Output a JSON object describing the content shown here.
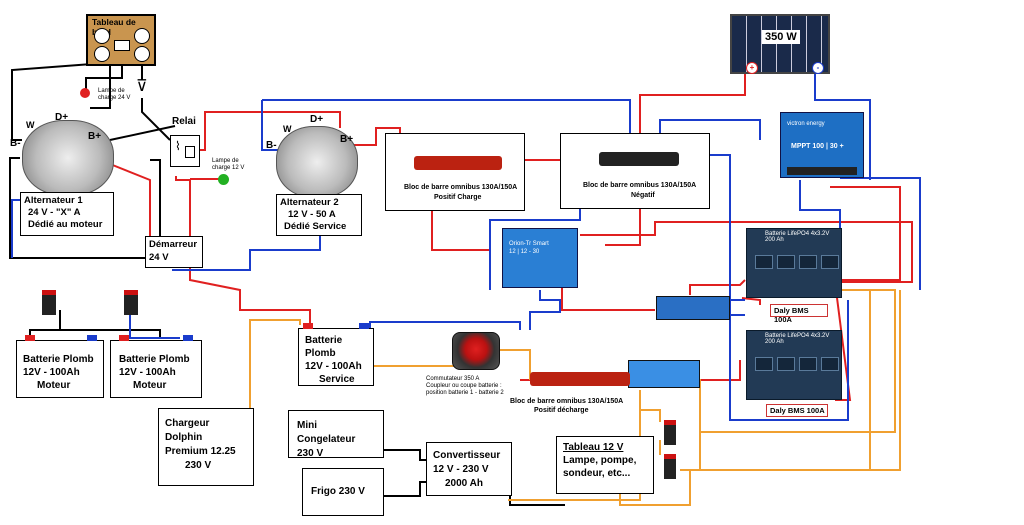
{
  "dashboard": {
    "title": "Tableau de bord"
  },
  "lamp_charge_24": "Lampe de charge 24 V",
  "lamp_charge_12": "Lampe de charge 12 V",
  "relay": "Relai",
  "alt1": {
    "w": "W",
    "dplus": "D+",
    "bminus": "B-",
    "bplus": "B+",
    "line1": "Alternateur 1",
    "line2": "24 V - \"X\" A",
    "line3": "Dédié au moteur"
  },
  "alt2": {
    "w": "W",
    "dplus": "D+",
    "bminus": "B-",
    "bplus": "B+",
    "line1": "Alternateur 2",
    "line2": "12 V - 50 A",
    "line3": "Dédié  Service"
  },
  "starter": {
    "line1": "Démarreur",
    "line2": "24 V"
  },
  "lead1": {
    "line1": "Batterie Plomb",
    "line2": "12V - 100Ah",
    "line3": "Moteur"
  },
  "lead2": {
    "line1": "Batterie Plomb",
    "line2": "12V - 100Ah",
    "line3": "Moteur"
  },
  "lead3": {
    "line1": "Batterie Plomb",
    "line2": "12V - 100Ah",
    "line3": "Service"
  },
  "dolphin": {
    "line1": "Chargeur Dolphin",
    "line2": "Premium 12.25",
    "line3": "230 V"
  },
  "freezer": {
    "line1": "Mini Congelateur",
    "line2": "230 V"
  },
  "fridge": {
    "line1": "Frigo 230 V"
  },
  "inverter": {
    "line1": "Convertisseur",
    "line2": "12 V - 230 V",
    "line3": "2000 Ah"
  },
  "panel12": {
    "line1": "Tableau 12 V",
    "line2": "Lampe, pompe,",
    "line3": "sondeur,  etc..."
  },
  "bus_pos_charge": {
    "line1": "Bloc de barre omnibus 130A/150A",
    "line2": "Positif Charge"
  },
  "bus_neg": {
    "line1": "Bloc de barre omnibus 130A/150A",
    "line2": "Négatif"
  },
  "bus_pos_discharge": {
    "line1": "Bloc de barre omnibus 130A/150A",
    "line2": "Positif  décharge"
  },
  "switch": {
    "line1": "Commutateur 350 A",
    "line2": "Coupleur ou coupe batterie :",
    "line3": "position batterie 1 - batterie 2"
  },
  "solar": {
    "label": "350 W",
    "plus": "+",
    "minus": "-"
  },
  "mppt": {
    "brand": "victron energy",
    "name": "MPPT 100 | 30 +"
  },
  "orion": {
    "name": "Orion-Tr Smart",
    "model": "12 | 12 - 30"
  },
  "lifepo": {
    "title": "Batterie LifePO4 4x3.2V 200 Ah"
  },
  "bms1": "Daly BMS 100A",
  "bms2": "Daly BMS 100A",
  "colors": {
    "positive": "#e02020",
    "negative": "#1a3ccc",
    "ac": "#f0a030",
    "ground": "#000000"
  }
}
